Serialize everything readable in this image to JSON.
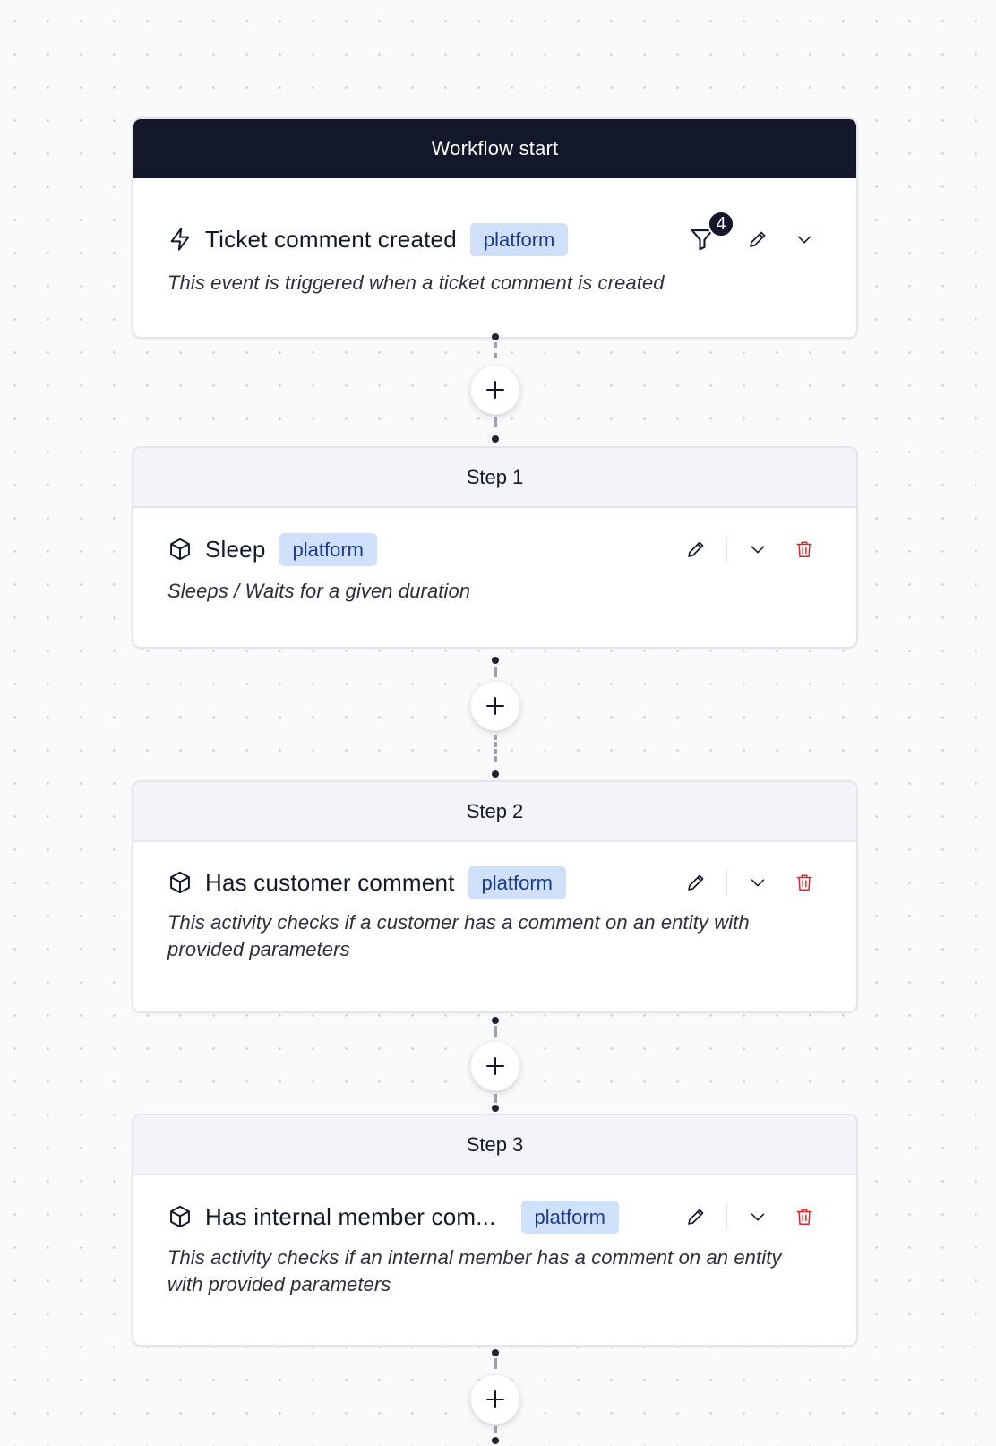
{
  "workflow_start": {
    "header": "Workflow start",
    "trigger": {
      "icon": "lightning-icon",
      "title": "Ticket comment created",
      "badge": "platform",
      "filter_count": "4",
      "description": "This event is triggered when a ticket comment is created"
    }
  },
  "steps": [
    {
      "header": "Step 1",
      "icon": "cube-icon",
      "title": "Sleep",
      "badge": "platform",
      "description": "Sleeps / Waits for a given duration"
    },
    {
      "header": "Step 2",
      "icon": "cube-icon",
      "title": "Has customer comment",
      "badge": "platform",
      "description": "This activity checks if a customer has a comment on an entity with provided parameters"
    },
    {
      "header": "Step 3",
      "icon": "cube-icon",
      "title": "Has internal member com...",
      "badge": "platform",
      "description": "This activity checks if an internal member has a comment on an entity with provided parameters"
    }
  ],
  "icons": {
    "filter": "filter-icon",
    "edit": "pencil-icon",
    "expand": "chevron-down-icon",
    "delete": "trash-icon",
    "add": "plus-icon"
  },
  "colors": {
    "header_dark": "#121729",
    "header_light": "#f2f4f9",
    "badge_bg": "#cfe0fb",
    "delete_red": "#dc2626"
  }
}
